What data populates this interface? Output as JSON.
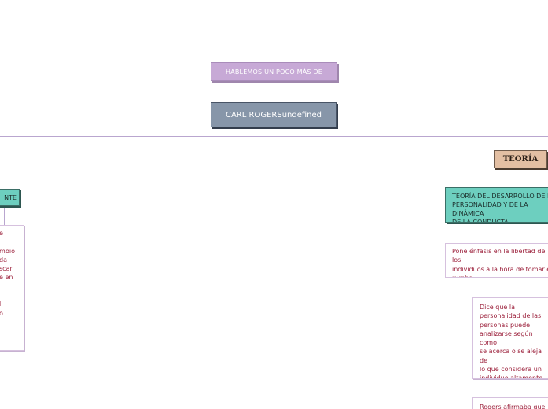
{
  "map": {
    "title": "HABLEMOS UN POCO MÁS DE",
    "main": "CARL ROGERSundefined",
    "teoria": "TEORÍA",
    "left_topic": "NTE",
    "desarrollo": "TEORÍA DEL DESARROLLO DE LA\nPERSONALIDAD Y DE LA DINÁMICA\nDE LA CONDUCTA",
    "left_note": "e\n\nmbio\nda\nscar\ne en\n\n\nl\no",
    "enfasis": "Pone énfasis en la libertad de los\nindividuos a la hora de tomar el rumbo\nde sus vidas.",
    "dice": "Dice que la\npersonalidad de las\npersonas puede\nanalizarse según como\nse acerca o se aleja de\nlo que considera un\nindividuo altamente\nfuncional.",
    "rogers": "Rogers afirmaba que"
  },
  "colors": {
    "connector": "#b9a6cf",
    "title_fill": "#c7a9d6",
    "main_fill": "#8796a9",
    "teoria_fill": "#e3bfa3",
    "teal_fill": "#6dcfbf",
    "note_text": "#9b1f3a"
  }
}
